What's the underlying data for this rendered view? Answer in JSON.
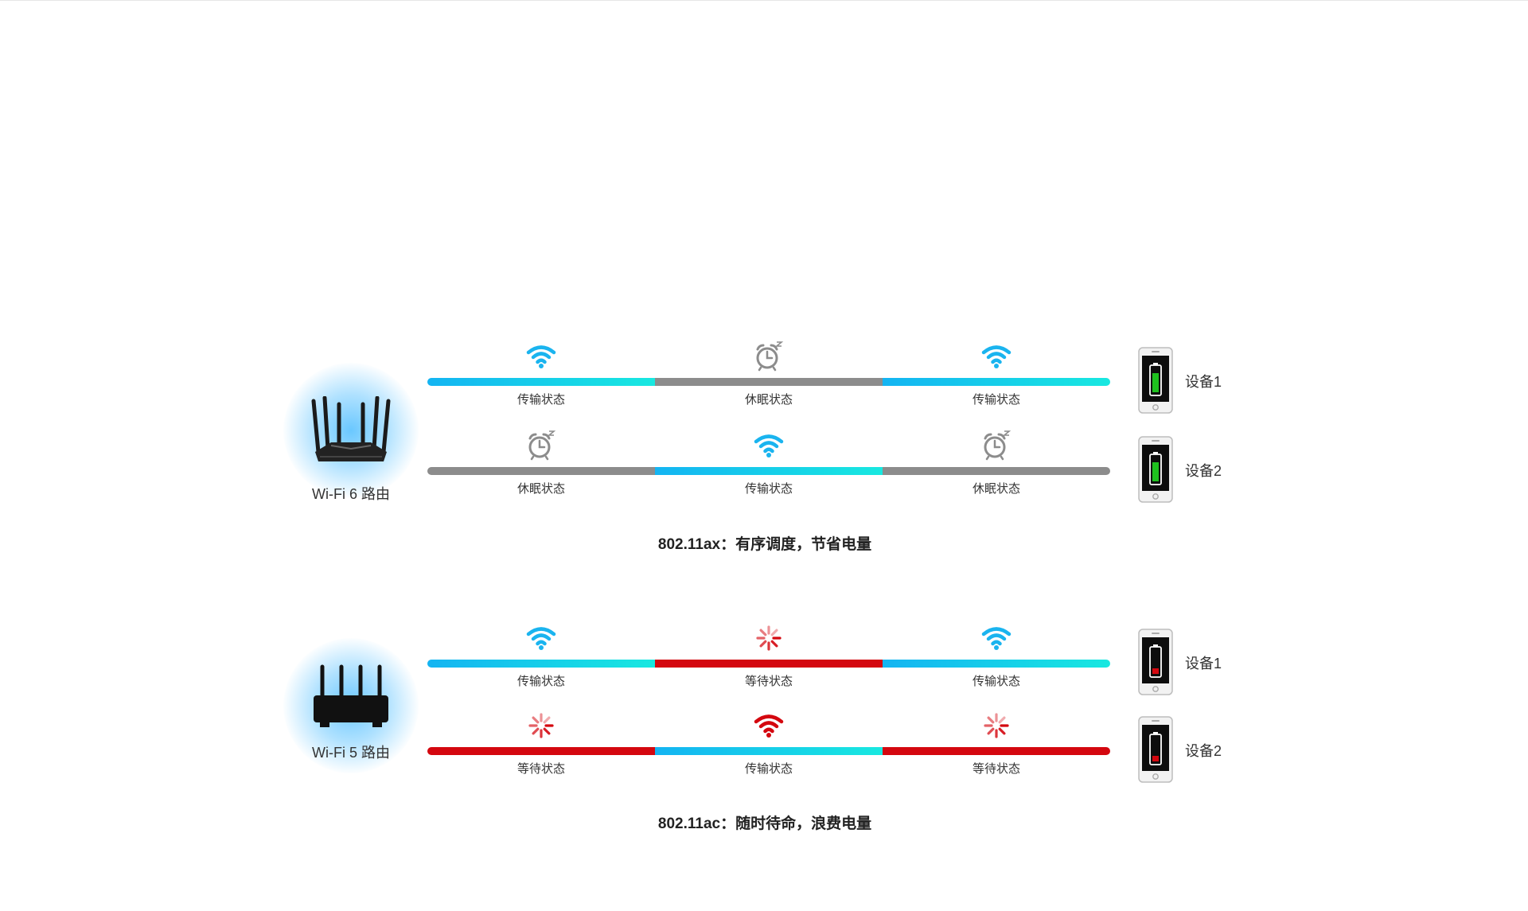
{
  "wifi6": {
    "router_label": "Wi-Fi 6 路由",
    "caption": "802.11ax：有序调度，节省电量",
    "device1": {
      "label": "设备1",
      "battery": "full",
      "segments": [
        {
          "state": "transmit",
          "label": "传输状态",
          "icon": "wifi-icon"
        },
        {
          "state": "sleep",
          "label": "休眠状态",
          "icon": "alarm-clock-icon"
        },
        {
          "state": "transmit",
          "label": "传输状态",
          "icon": "wifi-icon"
        }
      ]
    },
    "device2": {
      "label": "设备2",
      "battery": "full",
      "segments": [
        {
          "state": "sleep",
          "label": "休眠状态",
          "icon": "alarm-clock-icon"
        },
        {
          "state": "transmit",
          "label": "传输状态",
          "icon": "wifi-icon"
        },
        {
          "state": "sleep",
          "label": "休眠状态",
          "icon": "alarm-clock-icon"
        }
      ]
    }
  },
  "wifi5": {
    "router_label": "Wi-Fi 5 路由",
    "caption": "802.11ac：随时待命，浪费电量",
    "device1": {
      "label": "设备1",
      "battery": "low",
      "segments": [
        {
          "state": "transmit",
          "label": "传输状态",
          "icon": "wifi-icon"
        },
        {
          "state": "wait",
          "label": "等待状态",
          "icon": "loading-spinner-icon"
        },
        {
          "state": "transmit",
          "label": "传输状态",
          "icon": "wifi-icon"
        }
      ]
    },
    "device2": {
      "label": "设备2",
      "battery": "low",
      "segments": [
        {
          "state": "wait",
          "label": "等待状态",
          "icon": "loading-spinner-icon"
        },
        {
          "state": "transmit",
          "label": "传输状态",
          "icon": "wifi-icon"
        },
        {
          "state": "wait",
          "label": "等待状态",
          "icon": "loading-spinner-icon"
        }
      ]
    }
  },
  "colors": {
    "transmit_start": "#14b4f2",
    "transmit_end": "#18e8e0",
    "sleep": "#8c8c8c",
    "wait": "#d4070f",
    "wifi_blue": "#1ab4ef",
    "wifi_red": "#d4070f",
    "battery_green": "#1ec21e",
    "battery_red": "#d4070f"
  }
}
